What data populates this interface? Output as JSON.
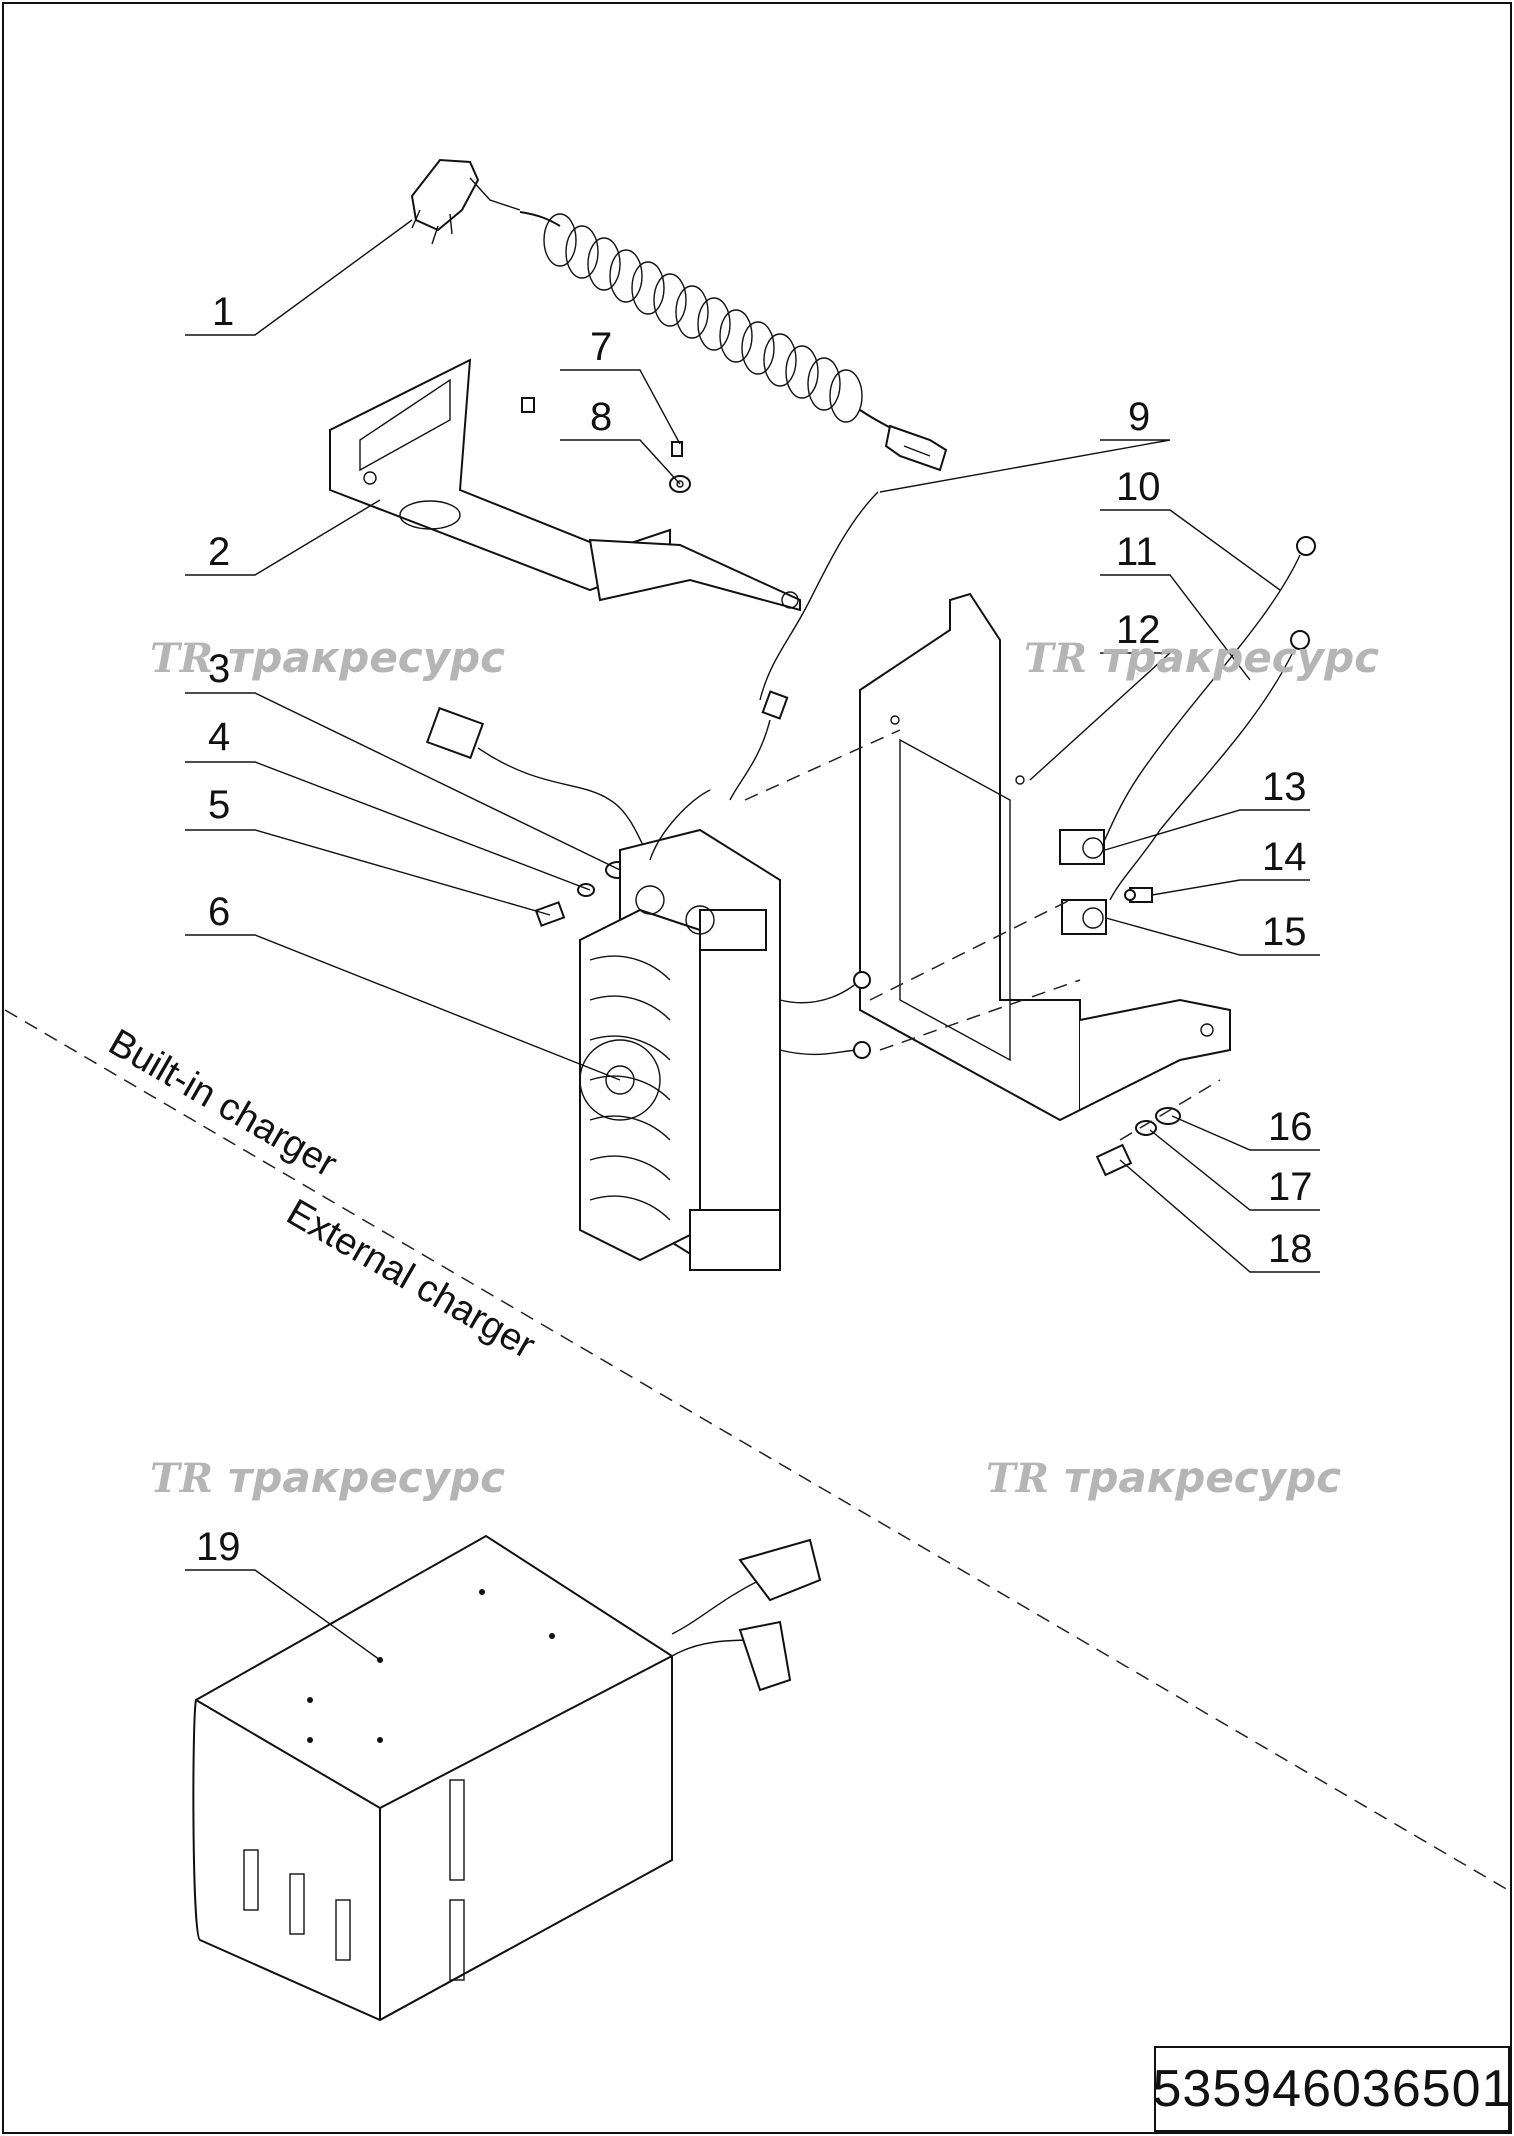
{
  "callouts": [
    "1",
    "2",
    "3",
    "4",
    "5",
    "6",
    "7",
    "8",
    "9",
    "10",
    "11",
    "12",
    "13",
    "14",
    "15",
    "16",
    "17",
    "18",
    "19"
  ],
  "sections": {
    "built_in": "Built-in charger",
    "external": "External charger"
  },
  "watermark": {
    "logo": "TR",
    "text": "тракресурс"
  },
  "document_number": "535946036501"
}
